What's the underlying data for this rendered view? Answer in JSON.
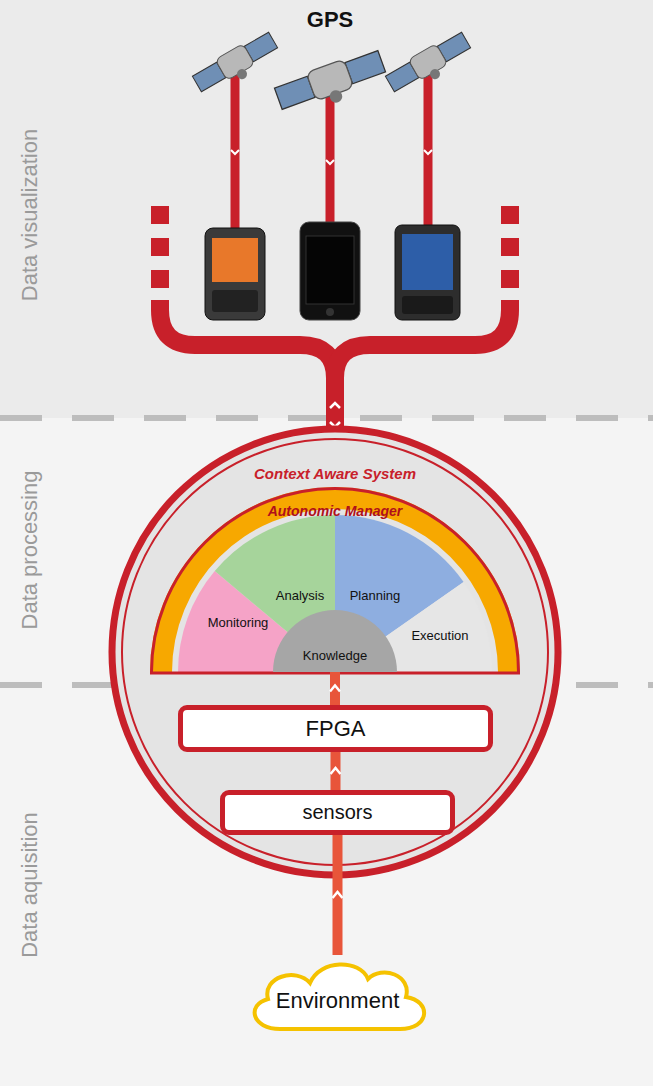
{
  "diagram": {
    "nodes": [
      {
        "text": [
          "Context Aware System"
        ]
      },
      {
        "text": [
          "Autonomic Manager"
        ],
        "in": 0
      },
      {
        "text": [
          "Monitoring"
        ],
        "in": 1
      },
      {
        "text": [
          "Analysis"
        ],
        "in": 1
      },
      {
        "text": [
          "Planning"
        ],
        "in": 1
      },
      {
        "text": [
          "Execution"
        ],
        "in": 1
      },
      {
        "text": [
          "Knowledge"
        ],
        "in": 1
      },
      {
        "text": [
          "FPGA"
        ],
        "in": 0
      },
      {
        "text": [
          "sensors"
        ],
        "in": 0
      },
      {
        "text": [
          "Environment"
        ]
      }
    ],
    "edges": [
      {
        "from": 9,
        "to": 8,
        "arrow": "to"
      },
      {
        "from": 8,
        "to": 7,
        "arrow": "to"
      },
      {
        "from": 7,
        "to": 6,
        "arrow": "to"
      }
    ],
    "labels": [
      "GPS",
      "Data visualization",
      "Data processing",
      "Data aquisition"
    ]
  }
}
